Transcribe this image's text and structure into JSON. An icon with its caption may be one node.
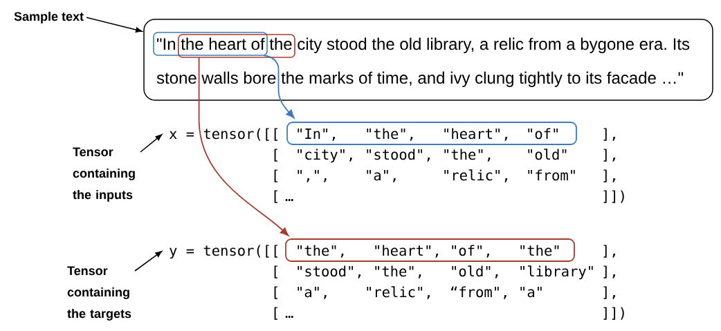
{
  "diagram": {
    "nodes": [
      {
        "text": [
          "Sample text"
        ]
      },
      {
        "text": [
          "\"In the heart of the city stood the old library, a relic from a bygone era. Its stone walls bore the marks of time, and ivy clung tightly to its facade …\""
        ]
      },
      {
        "text": [],
        "shape": "box",
        "in": 1
      },
      {
        "text": [],
        "shape": "box",
        "in": 1
      },
      {
        "text": [
          "Tensor containing the inputs"
        ]
      },
      {
        "text": [
          "x = tensor([["
        ]
      },
      {
        "text": [
          "\"In\",",
          "\"the\",",
          "\"heart\",",
          "\"of\""
        ]
      },
      {
        "text": [
          "Tensor containing the targets"
        ]
      },
      {
        "text": [
          "y = tensor([["
        ]
      },
      {
        "text": [
          "\"the\",",
          "\"heart\",",
          "\"of\",",
          "\"the\""
        ]
      }
    ],
    "edges": [
      {
        "from": 0,
        "to": 1,
        "arrow": "to"
      },
      {
        "from": 2,
        "to": 6,
        "arrow": "to",
        "color": "#3e7bbd"
      },
      {
        "from": 3,
        "to": 9,
        "arrow": "to",
        "color": "#a93b2c"
      },
      {
        "from": 4,
        "to": 5,
        "arrow": "to"
      },
      {
        "from": 7,
        "to": 8,
        "arrow": "to"
      }
    ],
    "labels": [
      "],",
      "[",
      "\"city\",",
      "\"stood\",",
      "\"the\",",
      "\"old\"",
      "],",
      "[",
      "\",\",",
      "\"a\",",
      "\"relic\",",
      "\"from\"",
      "],",
      "[",
      "…",
      "]])",
      "],",
      "[",
      "\"stood\",",
      "\"the\",",
      "\"old\",",
      "\"library\"",
      "],",
      "[",
      "\"a\",",
      "\"relic\",",
      "“from\",",
      "\"a\"",
      "],",
      "[",
      "…",
      "]])"
    ]
  }
}
